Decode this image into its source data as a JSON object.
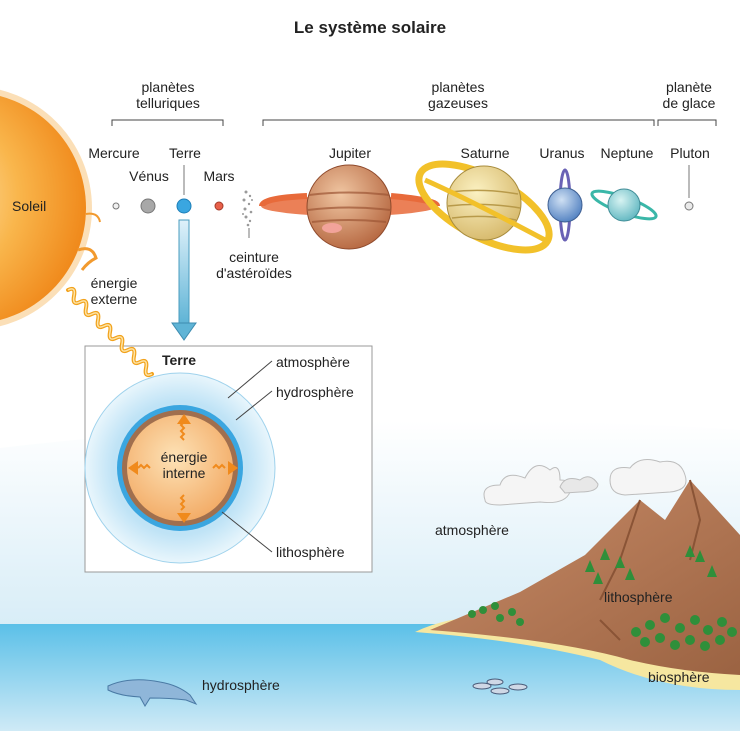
{
  "title": "Le système solaire",
  "sun_label": "Soleil",
  "groups": {
    "telluric": [
      "planètes",
      "telluriques"
    ],
    "gaseous": [
      "planètes",
      "gazeuses"
    ],
    "ice": [
      "planète",
      "de glace"
    ]
  },
  "planets": {
    "mercury": "Mercure",
    "venus": "Vénus",
    "earth": "Terre",
    "mars": "Mars",
    "jupiter": "Jupiter",
    "saturn": "Saturne",
    "uranus": "Uranus",
    "neptune": "Neptune",
    "pluto": "Pluton"
  },
  "asteroid_belt": [
    "ceinture",
    "d'astéroïdes"
  ],
  "external_energy": [
    "énergie",
    "externe"
  ],
  "earth_box": {
    "title": "Terre",
    "internal_energy": [
      "énergie",
      "interne"
    ],
    "atmosphere": "atmosphère",
    "hydrosphere": "hydrosphère",
    "lithosphere": "lithosphère"
  },
  "landscape": {
    "atmosphere": "atmosphère",
    "lithosphere": "lithosphère",
    "hydrosphere": "hydrosphère",
    "biosphere": "biosphère"
  },
  "colors": {
    "sun": "#f7a531",
    "ocean": "#3fa9d8",
    "sky": "#cfe9f5",
    "mountain": "#b87a58",
    "beach": "#f6e7a0",
    "earth_blue": "#3aa6e0",
    "earth_core": "#f8c98a"
  }
}
